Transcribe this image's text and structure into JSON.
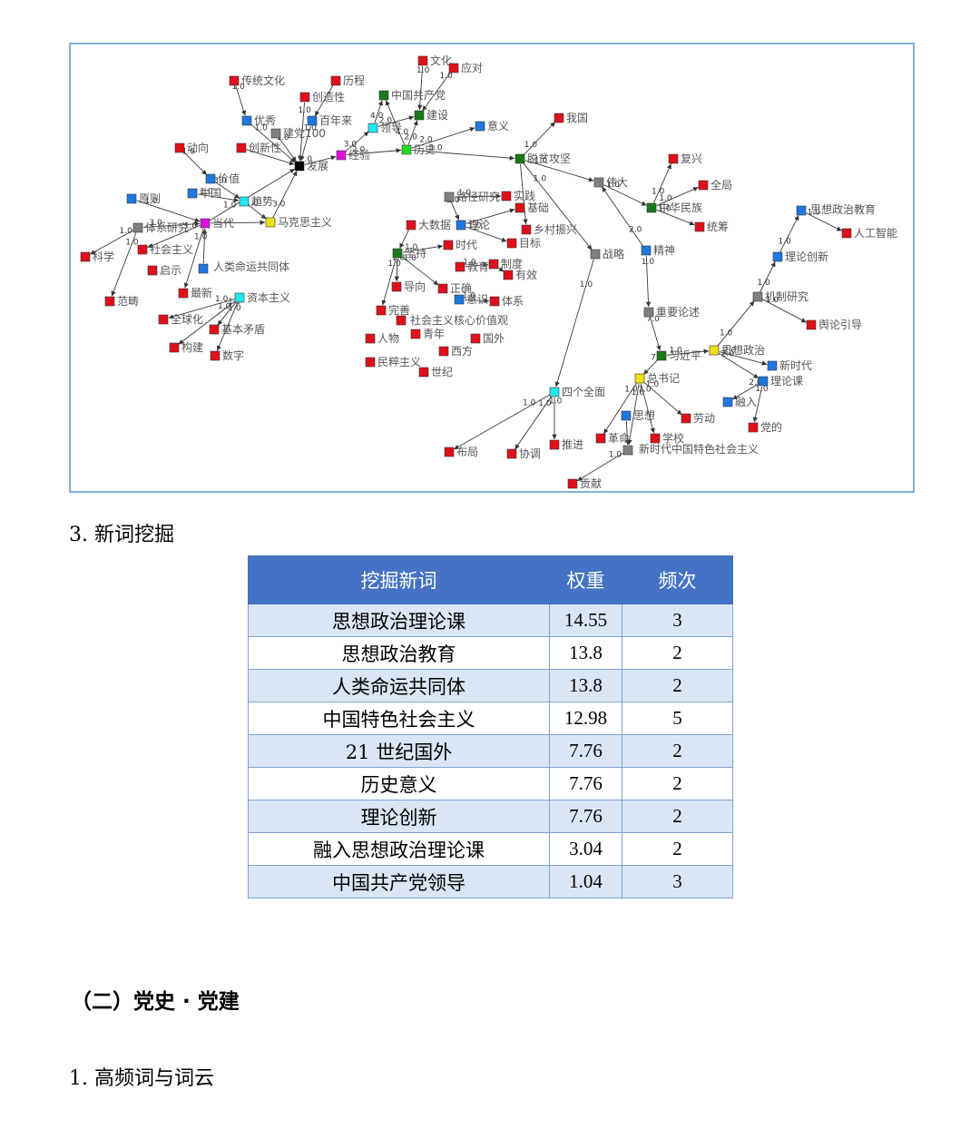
{
  "network": {
    "colors": {
      "red": "#e0101a",
      "blue": "#1e78e0",
      "green": "#1a7a1a",
      "lime": "#22dd22",
      "magenta": "#e010e0",
      "cyan": "#22e6ee",
      "yellow": "#f0e010",
      "gray": "#808080",
      "black": "#000000"
    },
    "nodes": [
      {
        "id": "chuantong",
        "label": "传统文化",
        "color": "red"
      },
      {
        "id": "licheng",
        "label": "历程",
        "color": "red"
      },
      {
        "id": "wenhua",
        "label": "文化",
        "color": "red"
      },
      {
        "id": "yingdui",
        "label": "应对",
        "color": "red"
      },
      {
        "id": "zhonggong",
        "label": "中国共产党",
        "color": "green"
      },
      {
        "id": "chuangzao",
        "label": "创造性",
        "color": "red"
      },
      {
        "id": "jianshe",
        "label": "建设",
        "color": "green"
      },
      {
        "id": "youxiu",
        "label": "优秀",
        "color": "blue"
      },
      {
        "id": "bainian",
        "label": "百年来",
        "color": "blue"
      },
      {
        "id": "jiandang",
        "label": "建党100",
        "color": "gray"
      },
      {
        "id": "lingdao",
        "label": "领导",
        "color": "cyan"
      },
      {
        "id": "yiyi",
        "label": "意义",
        "color": "blue"
      },
      {
        "id": "woguo",
        "label": "我国",
        "color": "red"
      },
      {
        "id": "dongxiang",
        "label": "动向",
        "color": "red"
      },
      {
        "id": "chuangxinxing",
        "label": "创新性",
        "color": "red"
      },
      {
        "id": "fazhan",
        "label": "发展",
        "color": "black"
      },
      {
        "id": "jingyan",
        "label": "经验",
        "color": "magenta"
      },
      {
        "id": "lishi",
        "label": "历史",
        "color": "lime"
      },
      {
        "id": "tuopin",
        "label": "脱贫攻坚",
        "color": "green"
      },
      {
        "id": "fuxing",
        "label": "复兴",
        "color": "red"
      },
      {
        "id": "jiazhi",
        "label": "价值",
        "color": "blue"
      },
      {
        "id": "weida",
        "label": "伟大",
        "color": "gray"
      },
      {
        "id": "quanju",
        "label": "全局",
        "color": "red"
      },
      {
        "id": "yuanze",
        "label": "原则",
        "color": "blue"
      },
      {
        "id": "zhongguo",
        "label": "中国",
        "color": "blue"
      },
      {
        "id": "qushi",
        "label": "趋势",
        "color": "cyan"
      },
      {
        "id": "lujing",
        "label": "路径研究",
        "color": "gray"
      },
      {
        "id": "shijian",
        "label": "实践",
        "color": "red"
      },
      {
        "id": "zhonghua",
        "label": "中华民族",
        "color": "green"
      },
      {
        "id": "sixiangjiaoyu",
        "label": "思想政治教育",
        "color": "blue"
      },
      {
        "id": "jichu",
        "label": "基础",
        "color": "red"
      },
      {
        "id": "tixi_yanjiu",
        "label": "体系研究",
        "color": "gray"
      },
      {
        "id": "dangdai",
        "label": "当代",
        "color": "magenta"
      },
      {
        "id": "makesi",
        "label": "马克思主义",
        "color": "yellow"
      },
      {
        "id": "dashuju",
        "label": "大数据",
        "color": "red"
      },
      {
        "id": "lilun",
        "label": "理论",
        "color": "blue"
      },
      {
        "id": "xiangcun",
        "label": "乡村振兴",
        "color": "red"
      },
      {
        "id": "tongchou",
        "label": "统筹",
        "color": "red"
      },
      {
        "id": "rengong",
        "label": "人工智能",
        "color": "red"
      },
      {
        "id": "kexue",
        "label": "科学",
        "color": "red"
      },
      {
        "id": "shehuizhuyi",
        "label": "社会主义",
        "color": "red"
      },
      {
        "id": "mubiao",
        "label": "目标",
        "color": "red"
      },
      {
        "id": "jianchi",
        "label": "坚持",
        "color": "green"
      },
      {
        "id": "shidai",
        "label": "时代",
        "color": "red"
      },
      {
        "id": "qishi",
        "label": "启示",
        "color": "red"
      },
      {
        "id": "renlei",
        "label": "人类命运共同体",
        "color": "blue"
      },
      {
        "id": "zhanlue",
        "label": "战略",
        "color": "gray"
      },
      {
        "id": "jingshen",
        "label": "精神",
        "color": "blue"
      },
      {
        "id": "lilunchuangxin",
        "label": "理论创新",
        "color": "blue"
      },
      {
        "id": "jiaoyu",
        "label": "教育",
        "color": "red"
      },
      {
        "id": "zhidu",
        "label": "制度",
        "color": "red"
      },
      {
        "id": "youxiao",
        "label": "有效",
        "color": "red"
      },
      {
        "id": "fanchou",
        "label": "范畴",
        "color": "red"
      },
      {
        "id": "zuixin",
        "label": "最新",
        "color": "red"
      },
      {
        "id": "ziben",
        "label": "资本主义",
        "color": "cyan"
      },
      {
        "id": "daoxiang",
        "label": "导向",
        "color": "red"
      },
      {
        "id": "zhengque",
        "label": "正确",
        "color": "red"
      },
      {
        "id": "jizhi",
        "label": "机制研究",
        "color": "gray"
      },
      {
        "id": "yishi",
        "label": "意识",
        "color": "blue"
      },
      {
        "id": "tixi",
        "label": "体系",
        "color": "red"
      },
      {
        "id": "quanqiuhua",
        "label": "全球化",
        "color": "red"
      },
      {
        "id": "wanshan",
        "label": "完善",
        "color": "red"
      },
      {
        "id": "hexinjiazhi",
        "label": "社会主义核心价值观",
        "color": "red"
      },
      {
        "id": "zhongyao",
        "label": "重要论述",
        "color": "gray"
      },
      {
        "id": "yulun",
        "label": "舆论引导",
        "color": "red"
      },
      {
        "id": "jiben",
        "label": "基本矛盾",
        "color": "red"
      },
      {
        "id": "renwu",
        "label": "人物",
        "color": "red"
      },
      {
        "id": "qingnian",
        "label": "青年",
        "color": "red"
      },
      {
        "id": "guowai",
        "label": "国外",
        "color": "red"
      },
      {
        "id": "goujian",
        "label": "构建",
        "color": "red"
      },
      {
        "id": "shuzi",
        "label": "数字",
        "color": "red"
      },
      {
        "id": "xijinping",
        "label": "习近平",
        "color": "green"
      },
      {
        "id": "sixiangzhengzhi",
        "label": "思想政治",
        "color": "yellow"
      },
      {
        "id": "xifang",
        "label": "西方",
        "color": "red"
      },
      {
        "id": "mincui",
        "label": "民粹主义",
        "color": "red"
      },
      {
        "id": "xinshidai",
        "label": "新时代",
        "color": "blue"
      },
      {
        "id": "shiji",
        "label": "世纪",
        "color": "red"
      },
      {
        "id": "zongshuji",
        "label": "总书记",
        "color": "yellow"
      },
      {
        "id": "lilunke",
        "label": "理论课",
        "color": "blue"
      },
      {
        "id": "sige",
        "label": "四个全面",
        "color": "cyan"
      },
      {
        "id": "rongru",
        "label": "融入",
        "color": "blue"
      },
      {
        "id": "sixiang",
        "label": "思想",
        "color": "blue"
      },
      {
        "id": "laodong",
        "label": "劳动",
        "color": "red"
      },
      {
        "id": "dangde",
        "label": "党的",
        "color": "red"
      },
      {
        "id": "geming",
        "label": "革命",
        "color": "red"
      },
      {
        "id": "xuexiao",
        "label": "学校",
        "color": "red"
      },
      {
        "id": "tuijin",
        "label": "推进",
        "color": "red"
      },
      {
        "id": "xinshidaizhongguo",
        "label": "新时代中国特色社会主义",
        "color": "gray"
      },
      {
        "id": "buju",
        "label": "布局",
        "color": "red"
      },
      {
        "id": "xietiao",
        "label": "协调",
        "color": "red"
      },
      {
        "id": "gongxian",
        "label": "贡献",
        "color": "red"
      }
    ],
    "edges": [
      [
        "chuantong",
        "youxiu",
        "1.0"
      ],
      [
        "youxiu",
        "fazhan",
        "1.0"
      ],
      [
        "licheng",
        "bainian",
        ""
      ],
      [
        "bainian",
        "fazhan",
        "1.0"
      ],
      [
        "jiandang",
        "fazhan",
        "1.0"
      ],
      [
        "chuangzao",
        "fazhan",
        "1.0"
      ],
      [
        "chuangxinxing",
        "fazhan",
        ""
      ],
      [
        "dongxiang",
        "jiazhi",
        "1.0"
      ],
      [
        "jiazhi",
        "qushi",
        "3.0"
      ],
      [
        "zhongguo",
        "qushi",
        "1.0"
      ],
      [
        "yuanze",
        "dangdai",
        "1.0"
      ],
      [
        "tixi_yanjiu",
        "dangdai",
        "3.0"
      ],
      [
        "qushi",
        "makesi",
        "1.0"
      ],
      [
        "dangdai",
        "makesi",
        ""
      ],
      [
        "makesi",
        "fazhan",
        "3.0"
      ],
      [
        "dangdai",
        "fazhan",
        "1.0"
      ],
      [
        "fazhan",
        "jingyan",
        ".0"
      ],
      [
        "jingyan",
        "lingdao",
        "3.0"
      ],
      [
        "lingdao",
        "zhonggong",
        "4.0"
      ],
      [
        "lingdao",
        "jianshe",
        "2.0"
      ],
      [
        "jingyan",
        "lishi",
        "2.0"
      ],
      [
        "lishi",
        "zhonggong",
        "4.0"
      ],
      [
        "lishi",
        "jianshe",
        "2.0"
      ],
      [
        "wenhua",
        "jianshe",
        "1.0"
      ],
      [
        "yingdui",
        "jianshe",
        "1.0"
      ],
      [
        "lishi",
        "yiyi",
        "2.0"
      ],
      [
        "lishi",
        "tuopin",
        "1.0"
      ],
      [
        "tuopin",
        "woguo",
        "1.0"
      ],
      [
        "tuopin",
        "weida",
        "1.0"
      ],
      [
        "weida",
        "zhonghua",
        "1.0"
      ],
      [
        "zhonghua",
        "fuxing",
        "1.0"
      ],
      [
        "zhonghua",
        "quanju",
        "1.0"
      ],
      [
        "zhonghua",
        "tongchou",
        "1.0"
      ],
      [
        "jingshen",
        "weida",
        "2.0"
      ],
      [
        "tuopin",
        "zhanlue",
        "1.0"
      ],
      [
        "zhanlue",
        "sige",
        "1.0"
      ],
      [
        "tuopin",
        "xiangcun",
        ""
      ],
      [
        "jingshen",
        "zhongyao",
        "1.0"
      ],
      [
        "zhongyao",
        "xijinping",
        "7.0"
      ],
      [
        "xijinping",
        "zongshuji",
        "7.0"
      ],
      [
        "xijinping",
        "sixiangzhengzhi",
        "1.0"
      ],
      [
        "zongshuji",
        "laodong",
        "1.0"
      ],
      [
        "zongshuji",
        "geming",
        "1.0"
      ],
      [
        "zongshuji",
        "xuexiao",
        "1.0"
      ],
      [
        "zongshuji",
        "xinshidaizhongguo",
        "1.0"
      ],
      [
        "sixiang",
        "xinshidaizhongguo",
        ""
      ],
      [
        "xinshidaizhongguo",
        "gongxian",
        "1.0"
      ],
      [
        "sige",
        "buju",
        "1.0"
      ],
      [
        "sige",
        "xietiao",
        "1.0"
      ],
      [
        "sige",
        "tuijin",
        "1.0"
      ],
      [
        "sixiangzhengzhi",
        "jizhi",
        "1.0"
      ],
      [
        "jizhi",
        "lilunchuangxin",
        "1.0"
      ],
      [
        "lilunchuangxin",
        "sixiangjiaoyu",
        "1.0"
      ],
      [
        "sixiangjiaoyu",
        "rengong",
        "1.0"
      ],
      [
        "jizhi",
        "yulun",
        "1.0"
      ],
      [
        "sixiangzhengzhi",
        "xinshidai",
        "2.0"
      ],
      [
        "sixiangzhengzhi",
        "lilunke",
        "2.0"
      ],
      [
        "lilunke",
        "rongru",
        "2.0"
      ],
      [
        "lilunke",
        "dangde",
        "1.0"
      ],
      [
        "lujing",
        "shijian",
        "1.0"
      ],
      [
        "lujing",
        "lilun",
        "2.0"
      ],
      [
        "lilun",
        "jichu",
        ""
      ],
      [
        "lilun",
        "mubiao",
        "1.0"
      ],
      [
        "dashuju",
        "jianchi",
        ""
      ],
      [
        "jianchi",
        "shidai",
        "1.0"
      ],
      [
        "jianchi",
        "daoxiang",
        "1.0"
      ],
      [
        "jianchi",
        "zhengque",
        "1.0"
      ],
      [
        "jianchi",
        "wanshan",
        "1.0"
      ],
      [
        "jiaoyu",
        "zhidu",
        "1.0"
      ],
      [
        "zhidu",
        "youxiao",
        ""
      ],
      [
        "yishi",
        "tixi",
        "1.0"
      ],
      [
        "tixi_yanjiu",
        "kexue",
        "1.0"
      ],
      [
        "tixi_yanjiu",
        "fanchou",
        "1.0"
      ],
      [
        "dangdai",
        "zuixin",
        "1.0"
      ],
      [
        "dangdai",
        "shehuizhuyi",
        "1.0"
      ],
      [
        "renlei",
        "dangdai",
        ""
      ],
      [
        "ziben",
        "quanqiuhua",
        "1.0"
      ],
      [
        "ziben",
        "jiben",
        "1.0"
      ],
      [
        "ziben",
        "goujian",
        "1.0"
      ],
      [
        "ziben",
        "shuzi",
        "1.0"
      ]
    ]
  },
  "headings": {
    "new_words": "3. 新词挖掘",
    "party": "（二）党史 · 党建",
    "wordcloud": "1. 高频词与词云"
  },
  "table": {
    "headers": [
      "挖掘新词",
      "权重",
      "频次"
    ],
    "rows": [
      [
        "思想政治理论课",
        "14.55",
        "3"
      ],
      [
        "思想政治教育",
        "13.8",
        "2"
      ],
      [
        "人类命运共同体",
        "13.8",
        "2"
      ],
      [
        "中国特色社会主义",
        "12.98",
        "5"
      ],
      [
        "21 世纪国外",
        "7.76",
        "2"
      ],
      [
        "历史意义",
        "7.76",
        "2"
      ],
      [
        "理论创新",
        "7.76",
        "2"
      ],
      [
        "融入思想政治理论课",
        "3.04",
        "2"
      ],
      [
        "中国共产党领导",
        "1.04",
        "3"
      ]
    ]
  }
}
